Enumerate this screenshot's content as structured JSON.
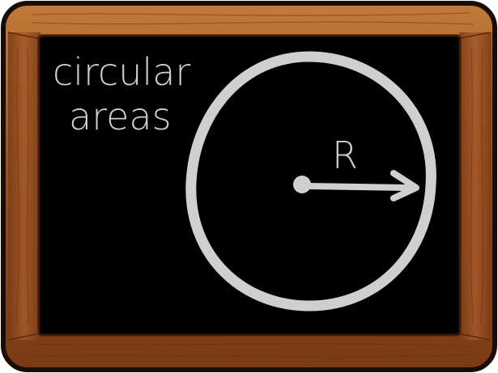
{
  "board": {
    "heading_line_1": "circular",
    "heading_line_2": "areas",
    "radius_label": "R"
  },
  "colors": {
    "frame_wood": "#9a4f1f",
    "frame_highlight": "#c9803e",
    "frame_outline": "#1a0d05",
    "board_surface": "#000000",
    "chalk": "#cfcfcf"
  },
  "icons": {
    "circle": "circle-outline-icon",
    "radius_arrow": "arrow-right-icon"
  }
}
